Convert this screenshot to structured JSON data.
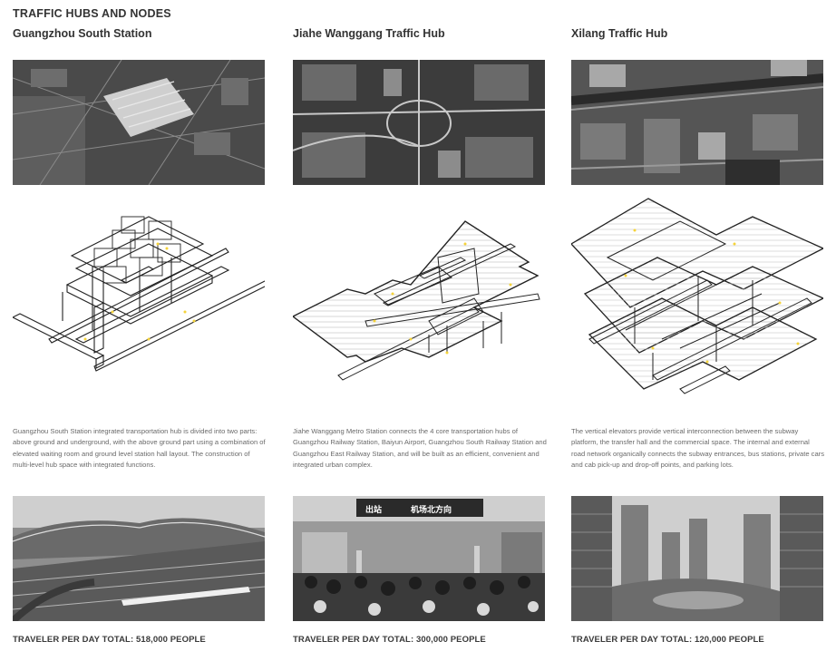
{
  "page_title": "TRAFFIC HUBS AND NODES",
  "hubs": [
    {
      "title": "Guangzhou South Station",
      "description": "Guangzhou South Station integrated transportation hub is divided into two parts: above ground and underground, with the above ground part using a combination of elevated waiting room and ground level station hall layout. The construction of multi-level hub space with integrated functions.",
      "traveler": "TRAVELER PER DAY TOTAL: 518,000 PEOPLE"
    },
    {
      "title": "Jiahe Wanggang Traffic Hub",
      "description": "Jiahe Wanggang Metro Station connects the 4 core transportation hubs of Guangzhou Railway Station, Baiyun Airport, Guangzhou South Railway Station and Guangzhou East Railway Station, and will be built as an efficient, convenient and integrated urban complex.",
      "traveler": "TRAVELER PER DAY TOTAL: 300,000 PEOPLE",
      "sign": {
        "left": "出站",
        "right": "机场北方向"
      }
    },
    {
      "title": "Xilang Traffic Hub",
      "description": "The vertical elevators provide vertical interconnection between the subway platform, the transfer hall and the commercial space. The internal and external road network organically connects the subway entrances, bus stations, private cars and cab pick-up and drop-off points, and parking lots.",
      "traveler": "TRAVELER PER DAY TOTAL: 120,000 PEOPLE"
    }
  ],
  "colors": {
    "line": "#222222",
    "accent": "#f5d33a",
    "text": "#6a6a6a"
  }
}
